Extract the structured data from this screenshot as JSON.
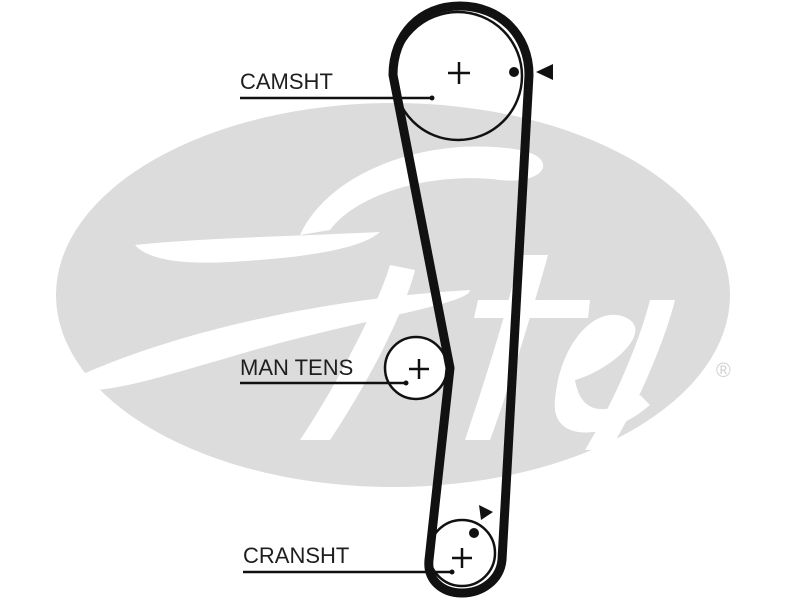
{
  "diagram": {
    "type": "timing-belt-routing",
    "brand_watermark": {
      "text": "Gates",
      "registered_mark": "®",
      "ellipse_color": "#dcdcdc",
      "script_color": "#ffffff"
    },
    "colors": {
      "belt": "#111111",
      "pulley_outline": "#111111",
      "label_text": "#1e1e1e"
    },
    "pulleys": [
      {
        "id": "camshaft",
        "label": "CAMSHT",
        "has_timing_mark": true,
        "timing_arrow": "left-pointing"
      },
      {
        "id": "tensioner",
        "label": "MAN TENS",
        "has_timing_mark": false
      },
      {
        "id": "crankshaft",
        "label": "CRANSHT",
        "has_timing_mark": true,
        "timing_arrow": "right-pointing"
      }
    ],
    "center_symbol": "+"
  }
}
